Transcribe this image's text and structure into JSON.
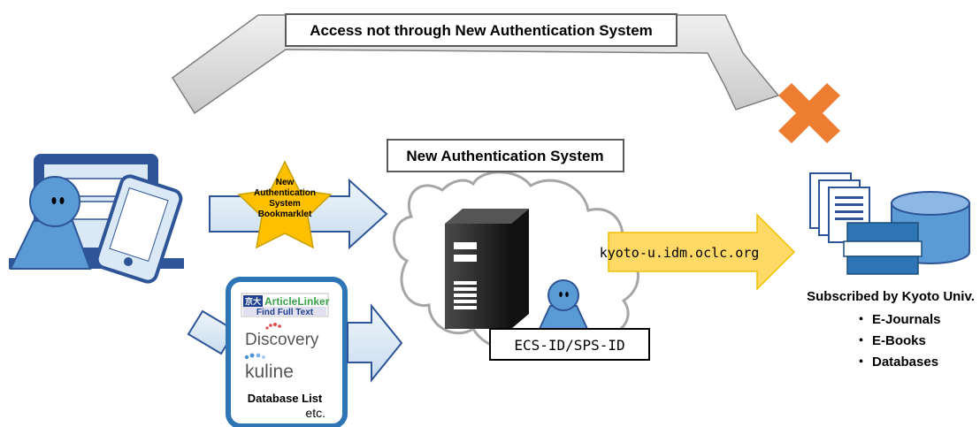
{
  "labels": {
    "access_not_through": "Access not through New Authentication System",
    "new_auth_system": "New Authentication System",
    "bookmarklet_line1": "New",
    "bookmarklet_line2": "Authentication",
    "bookmarklet_line3": "System",
    "bookmarklet_line4": "Bookmarklet",
    "proxy_url": "kyoto-u.idm.oclc.org",
    "ecs_id": "ECS-ID/SPS-ID",
    "subscribed_title": "Subscribed by Kyoto Univ.",
    "subscribed_items": [
      "E-Journals",
      "E-Books",
      "Databases"
    ]
  },
  "panel": {
    "articlelinker_prefix": "京大",
    "articlelinker_name": "ArticleLinker",
    "articlelinker_sub": "Find Full Text",
    "discovery": "Discovery",
    "kuline": "kuline",
    "database_list": "Database List",
    "etc": "etc."
  },
  "colors": {
    "person_blue": "#5b9bd5",
    "dark_blue": "#2e5597",
    "arrow_light": "#dae8f5",
    "star_yellow": "#ffc000",
    "proxy_arrow": "#ffd966",
    "cross_orange": "#ed7d31",
    "server_dark": "#222222",
    "grey_arrow": "#d9d9d9"
  }
}
